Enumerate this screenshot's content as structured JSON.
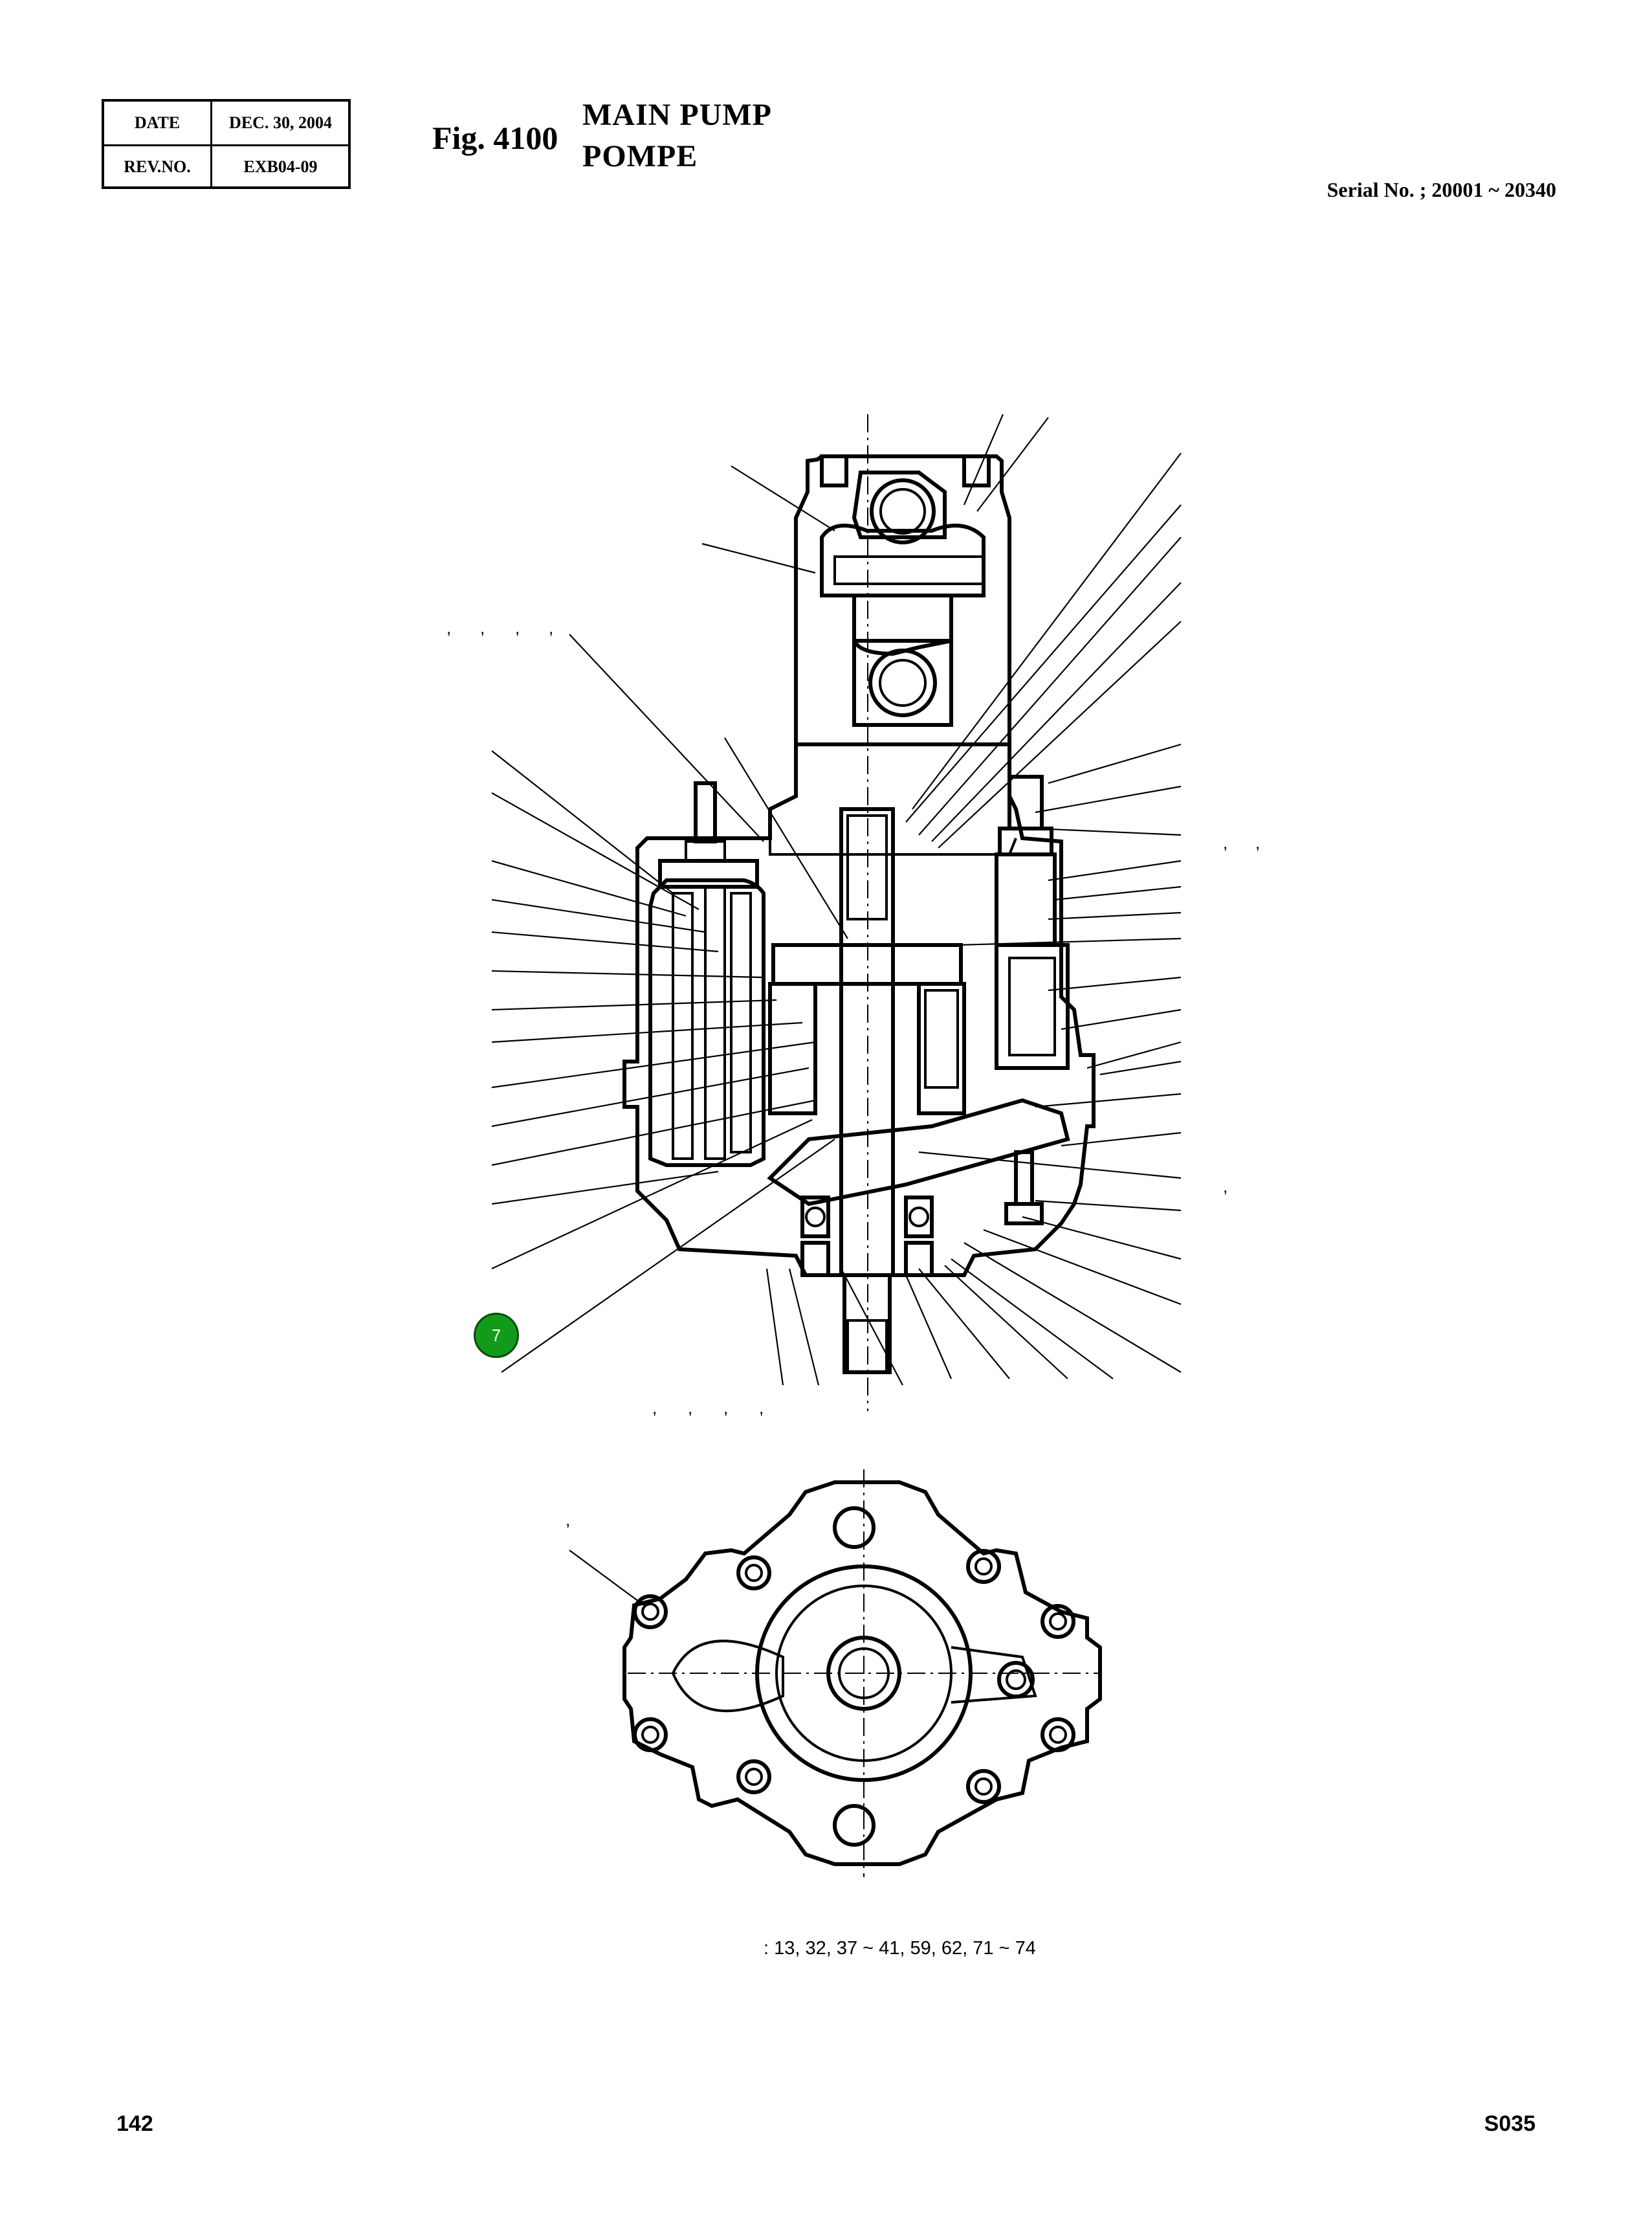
{
  "header": {
    "date_label": "DATE",
    "date_value": "DEC. 30, 2004",
    "rev_label": "REV.NO.",
    "rev_value": "EXB04-09"
  },
  "figure": {
    "number": "Fig. 4100",
    "title_en": "MAIN PUMP",
    "title_fr": "POMPE"
  },
  "serial": "Serial No. ; 20001 ~ 20340",
  "callout": {
    "label": "7",
    "color": "#129b1b"
  },
  "kit_note": ":  13, 32, 37 ~ 41, 59, 62, 71 ~ 74",
  "footer": {
    "page_number": "142",
    "doc_code": "S035"
  }
}
